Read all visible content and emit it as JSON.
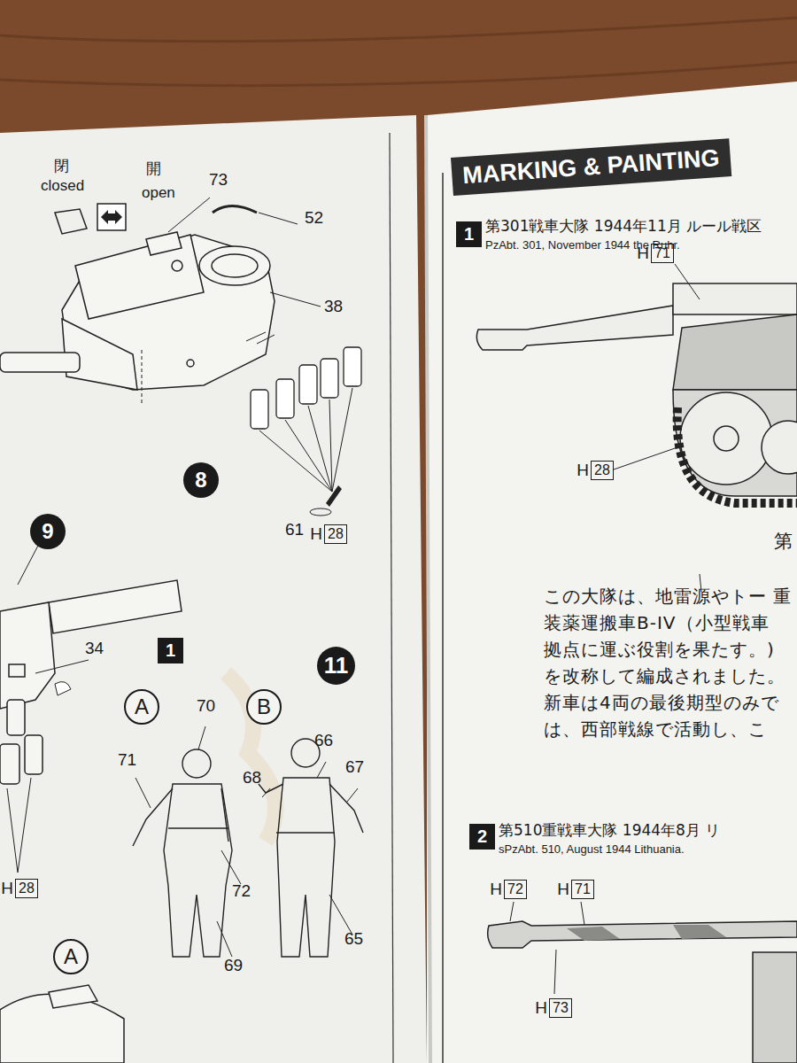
{
  "diagram": {
    "title": "MARKING & PAINTING",
    "nodes": [
      {
        "text": [
          "8"
        ]
      },
      {
        "text": [
          "H",
          "28"
        ]
      },
      {
        "text": [
          "9"
        ]
      },
      {
        "text": [
          "1"
        ]
      },
      {
        "text": [
          "11"
        ]
      },
      {
        "text": [
          "A"
        ]
      },
      {
        "text": [
          "B"
        ]
      },
      {
        "text": [
          "H",
          "28"
        ]
      },
      {
        "text": [
          "A"
        ]
      },
      {
        "text": [
          "1"
        ]
      },
      {
        "text": [
          "H",
          "71"
        ]
      },
      {
        "text": [
          "H",
          "28"
        ]
      },
      {
        "text": [
          "2"
        ]
      },
      {
        "text": [
          "H",
          "72"
        ]
      },
      {
        "text": [
          "H",
          "71"
        ]
      },
      {
        "text": [
          "H",
          "73"
        ]
      }
    ],
    "labels": [
      "閉",
      "closed",
      "開",
      "open",
      "73",
      "52",
      "38",
      "61",
      "34",
      "70",
      "71",
      "72",
      "69",
      "66",
      "68",
      "67",
      "65",
      "第301戦車大隊 1944年11月 ルール戦区",
      "PzAbt. 301, November 1944 the Ruhr.",
      "第",
      "この大隊は、地雷源やトー 重装薬運搬車B-IV（小型戦車 拠点に運ぶ役割を果たす。) を改称して編成されました。 新車は4両の最後期型のみで は、西部戦線で活動し、こ",
      "第510重戦車大隊 1944年8月 リ",
      "sPzAbt. 510, August 1944 Lithuania."
    ]
  }
}
